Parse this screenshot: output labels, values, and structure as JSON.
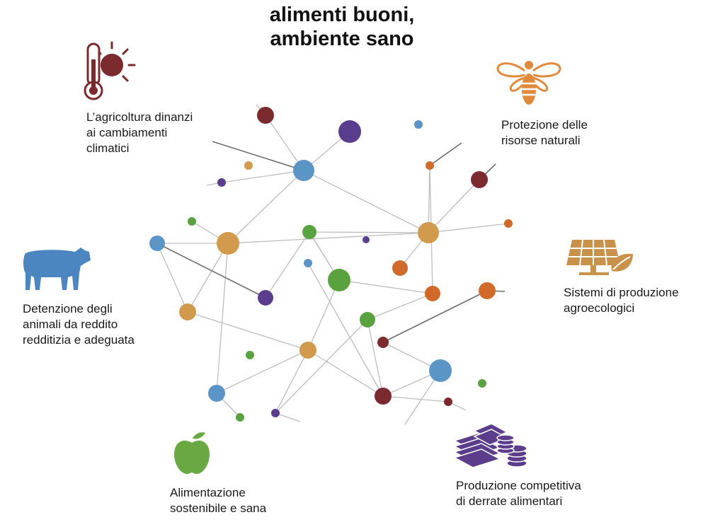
{
  "title": {
    "line1": "alimenti buoni,",
    "line2": "ambiente sano"
  },
  "themes": {
    "climate": {
      "lines": [
        "L’agricoltura dinanzi",
        "ai cambiamenti",
        "climatici"
      ],
      "color": "#8a2a2a",
      "icon": "thermometer-sun-icon"
    },
    "nature": {
      "lines": [
        "Protezione delle",
        "risorse naturali"
      ],
      "color": "#e08a3c",
      "icon": "bee-icon"
    },
    "agroeco": {
      "lines": [
        "Sistemi di produzione",
        "agroecologici"
      ],
      "color": "#c9924a",
      "icon": "solar-panel-leaf-icon"
    },
    "animals": {
      "lines": [
        "Detenzione degli",
        "animali da reddito",
        "redditizia e adeguata"
      ],
      "color": "#4b86c0",
      "icon": "cow-icon"
    },
    "food": {
      "lines": [
        "Alimentazione",
        "sostenibile e sana"
      ],
      "color": "#6aa843",
      "icon": "apple-icon"
    },
    "market": {
      "lines": [
        "Produzione competitiva",
        "di derrate alimentari"
      ],
      "color": "#5b3d8c",
      "icon": "money-coins-icon"
    }
  },
  "palette": {
    "blue": "#5b95c6",
    "orange": "#d19a4c",
    "green": "#5aa13f",
    "red": "#7b2a2e",
    "purple": "#5a3d8c",
    "rust": "#cf6a2b",
    "line": "#bdbdbd"
  }
}
